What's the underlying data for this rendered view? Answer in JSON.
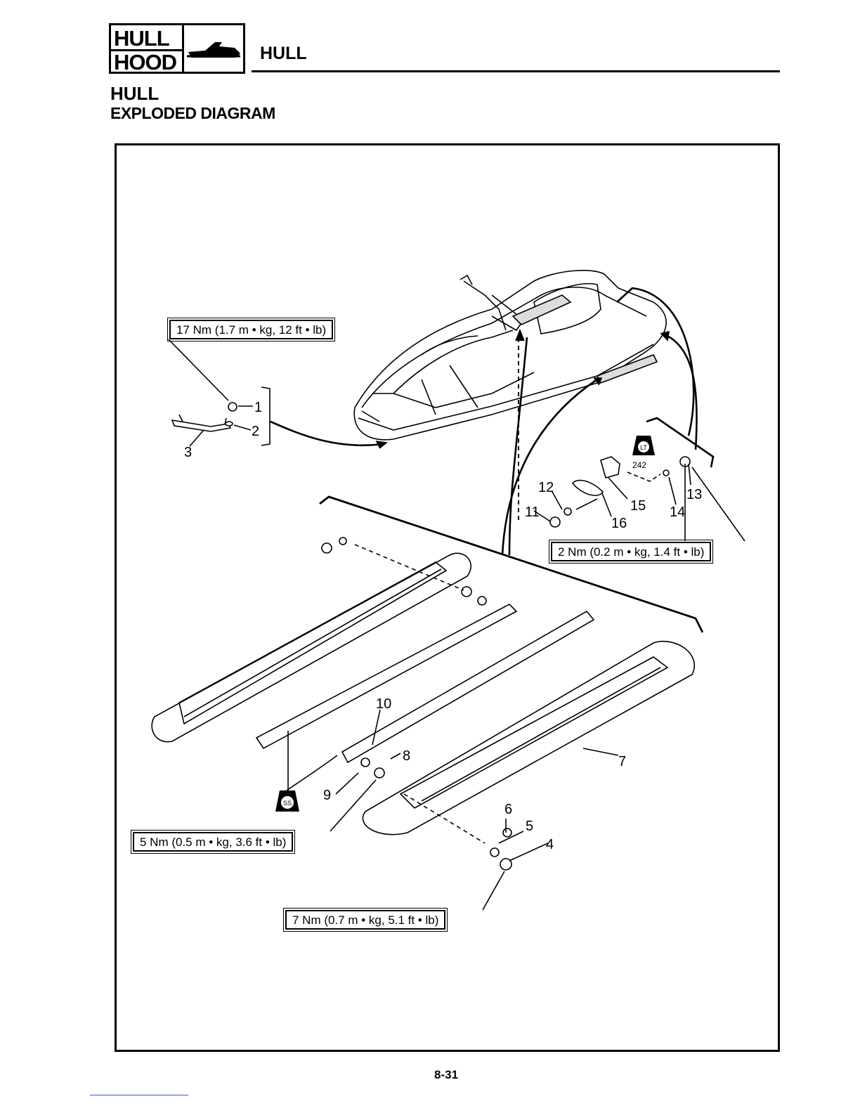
{
  "header": {
    "badge_line1": "HULL",
    "badge_line2": "HOOD",
    "badge_icon": "watercraft-icon",
    "title": "HULL"
  },
  "section": {
    "title": "HULL",
    "subtitle": "EXPLODED DIAGRAM"
  },
  "torque_specs": {
    "t17": "17 Nm (1.7 m • kg, 12 ft • lb)",
    "t2": "2 Nm (0.2 m • kg, 1.4 ft • lb)",
    "t5": "5 Nm (0.5 m • kg, 3.6 ft • lb)",
    "t7": "7 Nm (0.7 m • kg, 5.1 ft • lb)"
  },
  "symbols": {
    "lt_label": "LT",
    "lt_number": "242",
    "ss_label": "SS"
  },
  "callouts": [
    "1",
    "2",
    "3",
    "4",
    "5",
    "6",
    "7",
    "8",
    "9",
    "10",
    "11",
    "12",
    "13",
    "14",
    "15",
    "16"
  ],
  "page_number": "8-31"
}
